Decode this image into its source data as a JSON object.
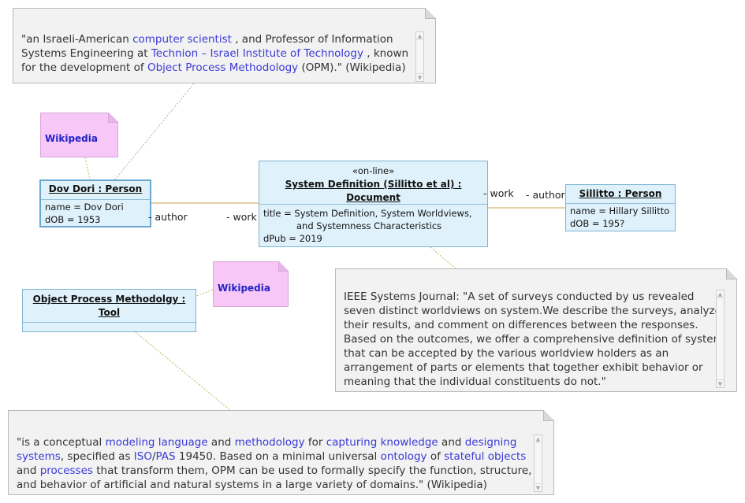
{
  "notes": {
    "dori_quote": {
      "lines": [
        [
          {
            "t": "\"an Israeli-American  "
          },
          {
            "t": "computer scientist",
            "link": true
          },
          {
            "t": " , and Professor of Information"
          }
        ],
        [
          {
            "t": "Systems Engineering at  "
          },
          {
            "t": "Technion – Israel Institute of Technology",
            "link": true
          },
          {
            "t": " , known"
          }
        ],
        [
          {
            "t": "for the development of "
          },
          {
            "t": "Object Process Methodology",
            "link": true
          },
          {
            "t": " (OPM).\" (Wikipedia)"
          }
        ]
      ]
    },
    "ieee_quote": {
      "lines": [
        [
          {
            "t": "IEEE Systems Journal: \"A set of surveys conducted by us revealed"
          }
        ],
        [
          {
            "t": "seven distinct worldviews on system.We describe the surveys, analyze"
          }
        ],
        [
          {
            "t": "their results, and comment on differences between the responses."
          }
        ],
        [
          {
            "t": "Based on the outcomes, we offer a comprehensive definition of system"
          }
        ],
        [
          {
            "t": "that can be accepted by the various worldview holders as an"
          }
        ],
        [
          {
            "t": "arrangement of parts or elements that together exhibit behavior or"
          }
        ],
        [
          {
            "t": "meaning that the individual constituents do not.\""
          }
        ]
      ]
    },
    "opm_quote": {
      "lines": [
        [
          {
            "t": "\"is a conceptual  "
          },
          {
            "t": "modeling language",
            "link": true
          },
          {
            "t": "   and "
          },
          {
            "t": "methodology",
            "link": true
          },
          {
            "t": "  for "
          },
          {
            "t": "capturing knowledge",
            "link": true
          },
          {
            "t": "   and "
          },
          {
            "t": "designing",
            "link": true
          }
        ],
        [
          {
            "t": "systems",
            "link": true
          },
          {
            "t": ", specified as "
          },
          {
            "t": "ISO",
            "link": true
          },
          {
            "t": "/"
          },
          {
            "t": "PAS",
            "link": true
          },
          {
            "t": " 19450. Based on a minimal universal  "
          },
          {
            "t": "ontology",
            "link": true
          },
          {
            "t": "  of "
          },
          {
            "t": "stateful objects",
            "link": true
          }
        ],
        [
          {
            "t": "and "
          },
          {
            "t": "processes",
            "link": true
          },
          {
            "t": " that transform them, OPM can be used to formally specify the function, structure,"
          }
        ],
        [
          {
            "t": "and behavior of artificial and natural systems in a large variety of domains.\" (Wikipedia)"
          }
        ]
      ]
    }
  },
  "pink_notes": {
    "wiki_dori": "Wikipedia",
    "wiki_opm": "Wikipedia"
  },
  "boxes": {
    "dori": {
      "title": "Dov Dori : Person",
      "attrs": [
        "name = Dov Dori",
        "dOB = 1953"
      ]
    },
    "doc": {
      "stereotype": "«on-line»",
      "title_line1": "System Definition (Sillitto et al) :",
      "title_line2": "Document",
      "attr_title_1": "title = System Definition, System Worldviews,",
      "attr_title_2": "and Systemness Characteristics",
      "attr_pub": "dPub = 2019"
    },
    "sillitto": {
      "title": "Sillitto : Person",
      "attrs": [
        "name = Hillary Sillitto",
        "dOB = 195?"
      ]
    },
    "opm": {
      "title_line1": "Object Process Methodolgy :",
      "title_line2": "Tool"
    }
  },
  "roles": {
    "dori_author": "- author",
    "doc_work_left": "- work",
    "doc_work_right": "- work",
    "sillitto_author": "- author"
  },
  "colors": {
    "link_text": "#3a3ad8",
    "box_fill": "#dff1fb",
    "note_fill": "#f2f2f2",
    "pink_fill": "#f7c8f7",
    "association": "#c9a14a",
    "anchor": "#c8b060"
  }
}
